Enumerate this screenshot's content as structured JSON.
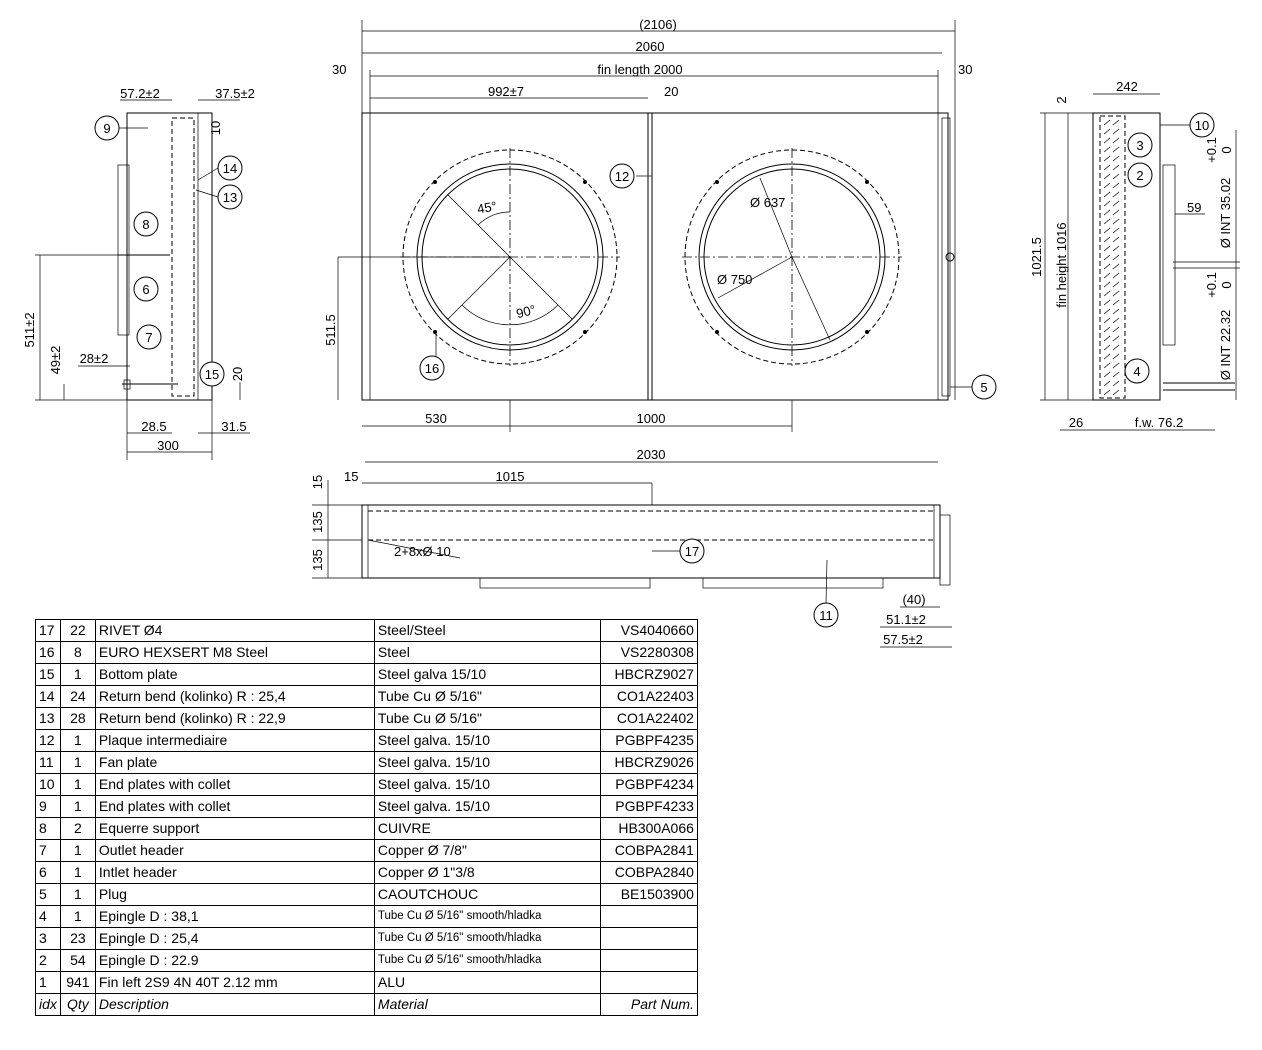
{
  "left_view": {
    "dims": [
      "57.2±2",
      "37.5±2",
      "10",
      "511±2",
      "49±2",
      "28±2",
      "20",
      "28.5",
      "31.5",
      "300"
    ],
    "callouts": [
      "9",
      "14",
      "13",
      "8",
      "6",
      "7",
      "15"
    ]
  },
  "front_view": {
    "dims": [
      "(2106)",
      "2060",
      "fin length 2000",
      "30",
      "30",
      "992±7",
      "20",
      "45°",
      "90°",
      "Ø 637",
      "Ø 750",
      "511.5",
      "530",
      "1000"
    ],
    "callouts": [
      "12",
      "16",
      "5"
    ]
  },
  "right_view": {
    "dims": [
      "242",
      "2",
      "1021.5",
      "fin height 1016",
      "59",
      "Ø INT 35.02",
      "+0.1",
      "0",
      "Ø INT 22.32",
      "+0.1",
      "0",
      "26",
      "f.w. 76.2"
    ],
    "callouts": [
      "10",
      "3",
      "2",
      "4"
    ]
  },
  "bottom_view": {
    "dims": [
      "2030",
      "15",
      "1015",
      "15",
      "135",
      "135",
      "2+8xØ 10",
      "(40)",
      "51.1±2",
      "57.5±2"
    ],
    "callouts": [
      "17",
      "11"
    ]
  },
  "bom": {
    "rows": [
      [
        "17",
        "22",
        "RIVET  Ø4",
        "Steel/Steel",
        "VS4040660"
      ],
      [
        "16",
        "8",
        "EURO HEXSERT M8 Steel",
        "Steel",
        "VS2280308"
      ],
      [
        "15",
        "1",
        "Bottom plate",
        "Steel galva 15/10",
        "HBCRZ9027"
      ],
      [
        "14",
        "24",
        "Return bend (kolinko) R : 25,4",
        "Tube Cu   Ø 5/16\"",
        "CO1A22403"
      ],
      [
        "13",
        "28",
        "Return bend (kolinko) R : 22,9",
        "Tube Cu   Ø 5/16\"",
        "CO1A22402"
      ],
      [
        "12",
        "1",
        "Plaque intermediaire",
        "Steel galva. 15/10",
        "PGBPF4235"
      ],
      [
        "11",
        "1",
        "Fan plate",
        "Steel galva. 15/10",
        "HBCRZ9026"
      ],
      [
        "10",
        "1",
        "End plates with collet",
        "Steel galva. 15/10",
        "PGBPF4234"
      ],
      [
        "9",
        "1",
        "End plates with collet",
        "Steel galva. 15/10",
        "PGBPF4233"
      ],
      [
        "8",
        "2",
        "Equerre support",
        "CUIVRE",
        "HB300A066"
      ],
      [
        "7",
        "1",
        "Outlet header",
        "Copper  Ø  7/8\"",
        "COBPA2841"
      ],
      [
        "6",
        "1",
        "Intlet header",
        "Copper  Ø  1\"3/8",
        "COBPA2840"
      ],
      [
        "5",
        "1",
        "Plug",
        "CAOUTCHOUC",
        "BE1503900"
      ],
      [
        "4",
        "1",
        "Epingle D : 38,1",
        "Tube Cu   Ø 5/16\"  smooth/hladka",
        ""
      ],
      [
        "3",
        "23",
        "Epingle D : 25,4",
        "Tube Cu   Ø 5/16\"  smooth/hladka",
        ""
      ],
      [
        "2",
        "54",
        "Epingle D : 22.9",
        "Tube Cu   Ø 5/16\"  smooth/hladka",
        ""
      ],
      [
        "1",
        "941",
        "Fin left 2S9 4N 40T 2.12 mm",
        "ALU",
        ""
      ]
    ],
    "header": [
      "idx",
      "Qty",
      "Description",
      "Material",
      "Part Num."
    ]
  }
}
